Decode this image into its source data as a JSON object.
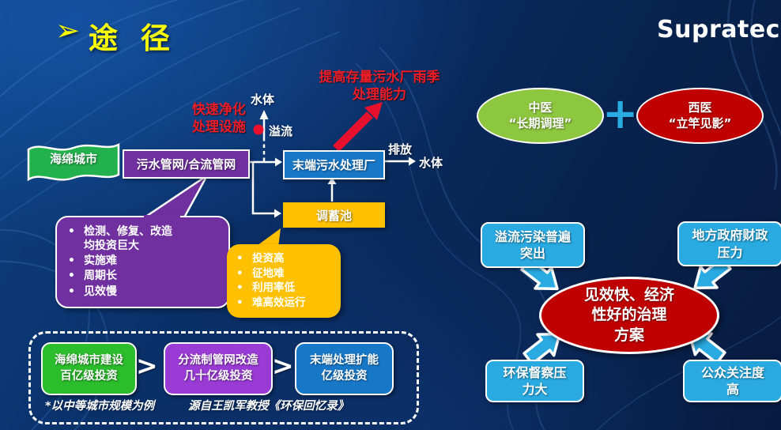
{
  "ui": {
    "bullet": "•"
  },
  "title": {
    "arrow_icon": "➢",
    "text": "途 径"
  },
  "logo": {
    "text": "Supratec"
  },
  "flow": {
    "flag": "海绵城市",
    "pipe": "污水管网/合流管网",
    "plant": "末端污水处理厂",
    "tank": "调蓄池",
    "water_top": "水体",
    "overflow": "溢流",
    "discharge": "排放",
    "water_right": "水体",
    "quick": {
      "line1": "快速净化",
      "line2": "处理设施"
    },
    "capacity": {
      "line1": "提高存量污水厂雨季",
      "line2": "处理能力"
    }
  },
  "purple_callout": {
    "items": [
      {
        "line1": "检测、修复、改造",
        "line2": "均投资巨大"
      },
      {
        "line1": "实施难"
      },
      {
        "line1": "周期长"
      },
      {
        "line1": "见效慢"
      }
    ]
  },
  "yellow_callout": {
    "items": [
      "投资高",
      "征地难",
      "利用率低",
      "难高效运行"
    ]
  },
  "investment": {
    "chevron": ">",
    "boxes": [
      {
        "line1": "海绵城市建设",
        "line2": "百亿级投资"
      },
      {
        "line1": "分流制管网改造",
        "line2": "几十亿级投资"
      },
      {
        "line1": "末端处理扩能",
        "line2": "亿级投资"
      }
    ],
    "footnote_left": "*以中等城市规模为例",
    "footnote_right": "源自王凯军教授《环保回忆录》"
  },
  "medicine": {
    "tcm": {
      "line1": "中医",
      "line2": "“长期调理”"
    },
    "plus": "+",
    "western": {
      "line1": "西医",
      "line2": "“立竿见影”"
    }
  },
  "solution": {
    "center": {
      "line1": "见效快、经济",
      "line2": "性好的治理",
      "line3": "方案"
    },
    "factors": [
      {
        "line1": "溢流污染普遍",
        "line2": "突出"
      },
      {
        "line1": "地方政府财政",
        "line2": "压力"
      },
      {
        "line1": "环保督察压",
        "line2": "力大"
      },
      {
        "line1": "公众关注度",
        "line2": "高"
      }
    ]
  },
  "colors": {
    "background": "#0a3068",
    "title_yellow": "#ffff00",
    "red": "#ee1c25",
    "dark_red": "#c00000",
    "cyan": "#29abe2",
    "purple": "#7030a0",
    "bright_purple": "#9b3bd6",
    "orange": "#ffc000",
    "flag_green": "#22b14c",
    "bright_green": "#2bbd2b",
    "lime_green": "#8dc63f",
    "blue": "#1878c8"
  }
}
